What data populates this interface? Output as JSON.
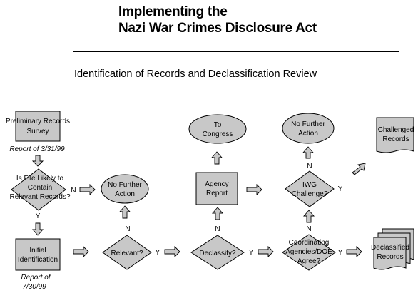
{
  "title_line1": "Implementing the",
  "title_line2": "Nazi War Crimes Disclosure Act",
  "subtitle": "Identification of Records and Declassification Review",
  "nodes": {
    "prelim": [
      "Preliminary Records",
      "Survey"
    ],
    "report1": "Report of 3/31/99",
    "likely": [
      "Is File Likely to",
      "Contain",
      "Relevant Records?"
    ],
    "initial": [
      "Initial",
      "Identification"
    ],
    "report2": [
      "Report of",
      "7/30/99"
    ],
    "nofurther1": [
      "No Further",
      "Action"
    ],
    "relevant": "Relevant?",
    "agency": [
      "Agency",
      "Report"
    ],
    "congress": [
      "To",
      "Congress"
    ],
    "declassify": "Declassify?",
    "nofurther2": [
      "No Further",
      "Action"
    ],
    "iwg": [
      "IWG",
      "Challenge?"
    ],
    "coord": [
      "Coordinating",
      "Agencies/DOE",
      "Agree?"
    ],
    "challenged": [
      "Challenged",
      "Records"
    ],
    "declassified": [
      "Declassified",
      "Records"
    ]
  },
  "labels": {
    "yes": "Y",
    "no": "N"
  }
}
